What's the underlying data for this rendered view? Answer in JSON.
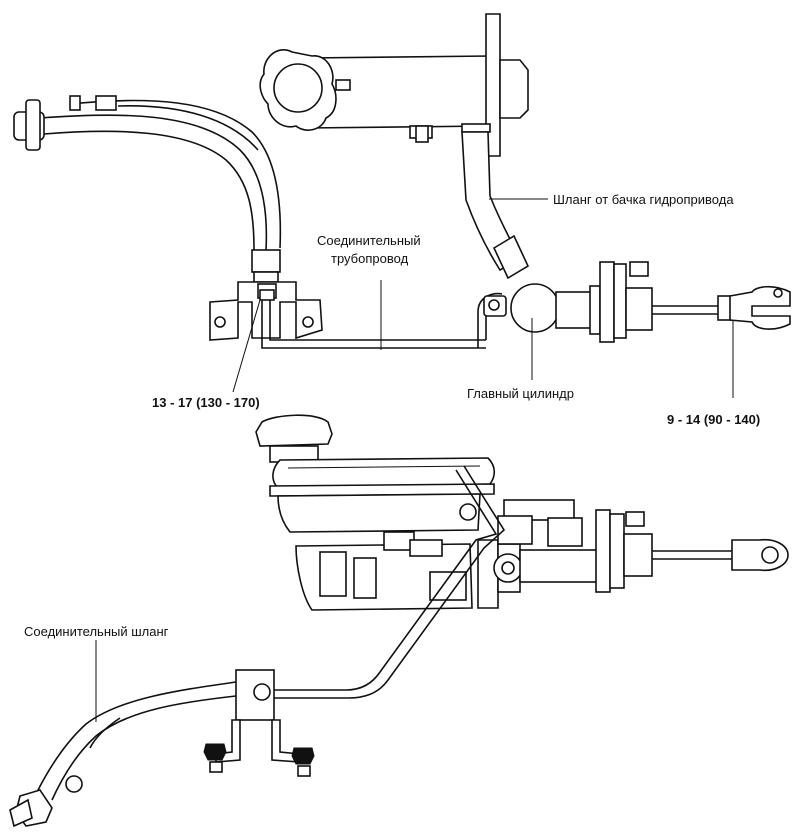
{
  "labels": {
    "hose_from_reservoir": "Шланг от бачка гидропривода",
    "connecting_pipe_line1": "Соединительный",
    "connecting_pipe_line2": "трубопровод",
    "master_cylinder": "Главный цилиндр",
    "torque_pipe_nut": "13 - 17 (130 - 170)",
    "torque_clevis": "9 - 14 (90 - 140)",
    "connecting_hose": "Соединительный шланг"
  }
}
